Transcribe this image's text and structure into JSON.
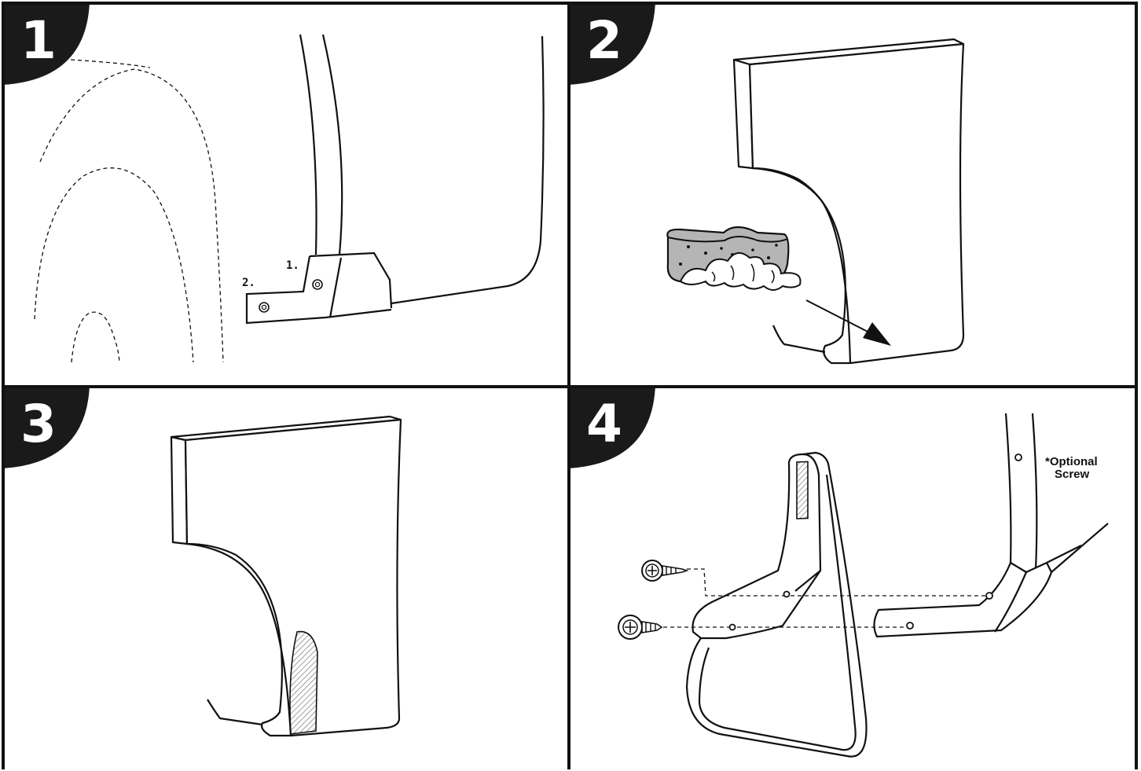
{
  "steps": [
    {
      "number": "1",
      "callouts": [
        "1.",
        "2."
      ]
    },
    {
      "number": "2"
    },
    {
      "number": "3"
    },
    {
      "number": "4",
      "note_line1": "*Optional",
      "note_line2": "Screw"
    }
  ],
  "colors": {
    "line": "#111111",
    "badge": "#1a1a1a",
    "sponge": "#b5b5b5",
    "hatch": "#777777"
  },
  "icons": [
    "screw-icon",
    "sponge-icon"
  ]
}
